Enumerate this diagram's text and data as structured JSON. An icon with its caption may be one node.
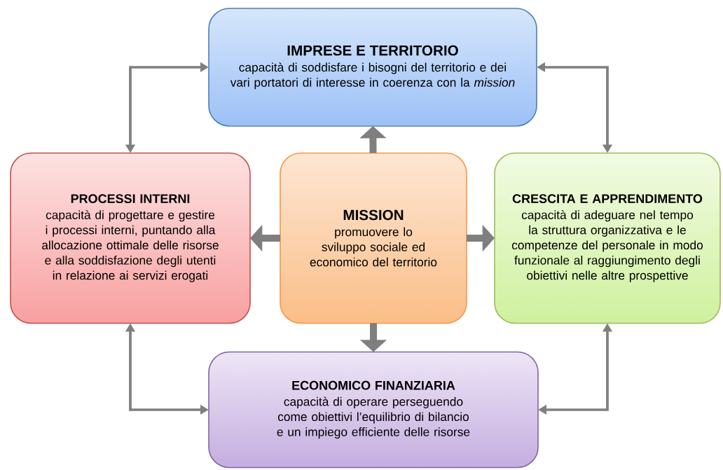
{
  "diagram": {
    "nodes": [
      {
        "text": [
          "IMPRESE E TERRITORIO",
          "capacità di soddisfare i bisogni del territorio e dei vari portatori di interesse in coerenza con la *mission*"
        ]
      },
      {
        "text": [
          "PROCESSI INTERNI",
          "capacità di progettare e gestire i processi interni, puntando alla allocazione ottimale delle risorse e alla soddisfazione degli utenti in relazione ai servizi erogati"
        ]
      },
      {
        "text": [
          "MISSION",
          "promuovere lo sviluppo sociale ed economico del territorio"
        ]
      },
      {
        "text": [
          "CRESCITA E APPRENDIMENTO",
          "capacità di adeguare nel tempo la struttura organizzativa e le competenze del personale in modo funzionale al raggiungimento degli obiettivi nelle altre prospettive"
        ]
      },
      {
        "text": [
          "ECONOMICO FINANZIARIA",
          "capacità di operare perseguendo come obiettivi l’equilibrio di bilancio e un impiego efficiente delle risorse"
        ]
      }
    ],
    "edges": [
      {
        "from": 2,
        "to": 0,
        "arrow": "to",
        "style": "thick"
      },
      {
        "from": 2,
        "to": 1,
        "arrow": "to",
        "style": "thick"
      },
      {
        "from": 2,
        "to": 3,
        "arrow": "to",
        "style": "thick"
      },
      {
        "from": 2,
        "to": 4,
        "arrow": "to",
        "style": "thick"
      },
      {
        "from": 1,
        "to": 0,
        "arrow": "both"
      },
      {
        "from": 3,
        "to": 0,
        "arrow": "both"
      },
      {
        "from": 1,
        "to": 4,
        "arrow": "both"
      },
      {
        "from": 3,
        "to": 4,
        "arrow": "both"
      }
    ]
  }
}
